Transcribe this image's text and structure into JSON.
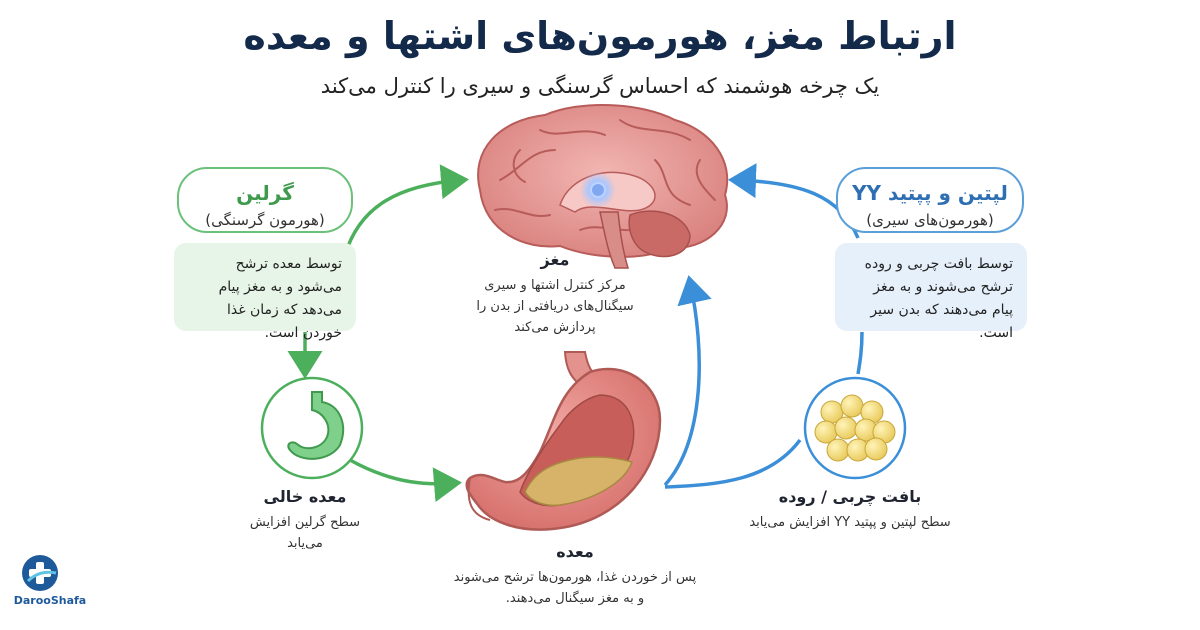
{
  "title": "ارتباط مغز، هورمون‌های اشتها و معده",
  "subtitle": "یک چرخه هوشمند که احساس گرسنگی و سیری را کنترل می‌کند",
  "brain": {
    "title": "مغز",
    "description": "مرکز کنترل اشتها و سیری سیگنال‌های دریافتی از بدن را پردازش می‌کند"
  },
  "ghrelin": {
    "title": "گرلین",
    "subtitle": "(هورمون گرسنگی)",
    "description": "توسط معده ترشح می‌شود و به مغز پیام می‌دهد که زمان غذا خوردن است."
  },
  "leptin": {
    "title": "لپتین و پپتید YY",
    "subtitle": "(هورمون‌های سیری)",
    "description": "توسط بافت چربی و روده ترشح می‌شوند و به مغز پیام می‌دهند که بدن سیر است."
  },
  "empty_stomach": {
    "title": "معده خالی",
    "description": "سطح گرلین افزایش می‌یابد"
  },
  "fat_tissue": {
    "title": "بافت چربی / روده",
    "description": "سطح لپتین و پپتید YY افزایش می‌یابد"
  },
  "stomach": {
    "title": "معده",
    "description": "پس از خوردن غذا، هورمون‌ها ترشح می‌شوند و به مغز سیگنال می‌دهند."
  },
  "logo": {
    "text": "DarooShafa"
  },
  "colors": {
    "title": "#142a4a",
    "green_accent": "#4caf5c",
    "blue_accent": "#3b8fd8",
    "green_box": "#e7f5e8",
    "blue_box": "#e6f0fb",
    "brain_pink": "#e89a9a",
    "stomach_pink": "#e07f7b"
  }
}
